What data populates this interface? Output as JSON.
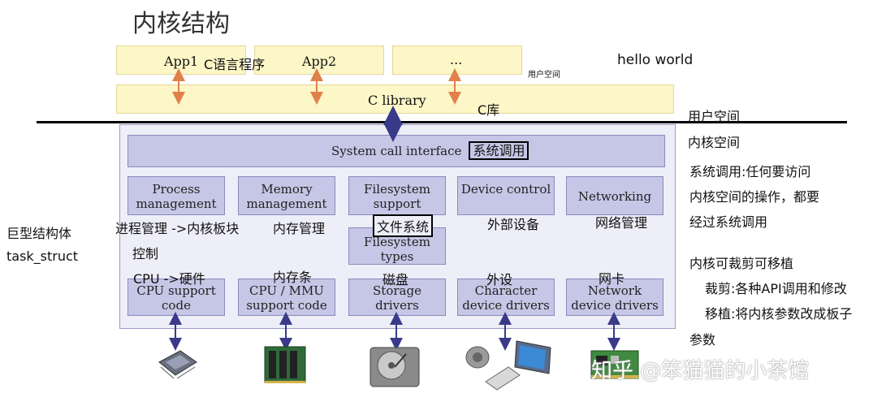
{
  "title": "内核结构",
  "user_space_row": {
    "apps": [
      "App1",
      "App2",
      "..."
    ],
    "app1_annotation": "C语言程序",
    "user_space_small": "用户空间",
    "hello": "hello world",
    "c_library": "C library",
    "c_library_annotation": "C库"
  },
  "divider": {
    "above": "用户空间",
    "below": "内核空间"
  },
  "system_call": {
    "label": "System call interface",
    "annotation": "系统调用"
  },
  "subsystems": [
    {
      "name": "Process management",
      "annotation": "进程管理 ->内核板块"
    },
    {
      "name": "Memory management",
      "annotation": "内存管理"
    },
    {
      "name": "Filesystem support",
      "annotation": "文件系统"
    },
    {
      "name": "Device control",
      "annotation": "外部设备"
    },
    {
      "name": "Networking",
      "annotation": "网络管理"
    }
  ],
  "process_extra": "控制",
  "filesystem_types": "Filesystem types",
  "drivers": [
    {
      "name": "CPU support code",
      "annotation": "CPU  ->硬件"
    },
    {
      "name": "CPU / MMU support code",
      "annotation": "内存条"
    },
    {
      "name": "Storage drivers",
      "annotation": "磁盘"
    },
    {
      "name": "Character device drivers",
      "annotation": "外设"
    },
    {
      "name": "Network device drivers",
      "annotation": "网卡"
    }
  ],
  "left_notes": [
    "巨型结构体",
    "task_struct"
  ],
  "right_notes": [
    "系统调用:任何要访问",
    "内核空间的操作，都要",
    "经过系统调用",
    "内核可裁剪可移植",
    "裁剪:各种API调用和修改",
    "移植:将内核参数改成板子",
    "参数"
  ],
  "hardware_icons": [
    "cpu-chip-icon",
    "memory-module-icon",
    "hard-disk-icon",
    "speaker-monitor-keyboard-icon",
    "network-card-icon"
  ],
  "watermark": "知乎 @笨猫猫的小茶馆",
  "colors": {
    "user_space": "#fdf6c6",
    "kernel_bg": "#eeeef8",
    "kernel_box": "#c6c6e6",
    "user_arrow": "#e0804a",
    "kernel_arrow": "#3a3a8a"
  }
}
